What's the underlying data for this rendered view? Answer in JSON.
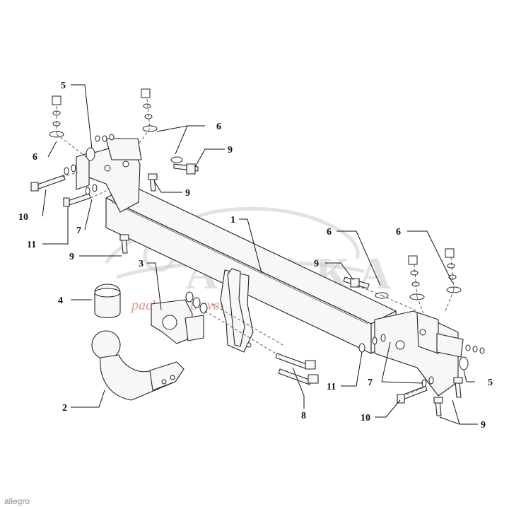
{
  "watermark": {
    "main": "АНАКА",
    "sub": "pack auto travel"
  },
  "credit": "allegro",
  "callouts": [
    "1",
    "2",
    "3",
    "4",
    "5",
    "5",
    "6",
    "6",
    "6",
    "6",
    "7",
    "7",
    "8",
    "9",
    "9",
    "9",
    "9",
    "9",
    "10",
    "10",
    "11",
    "11"
  ]
}
